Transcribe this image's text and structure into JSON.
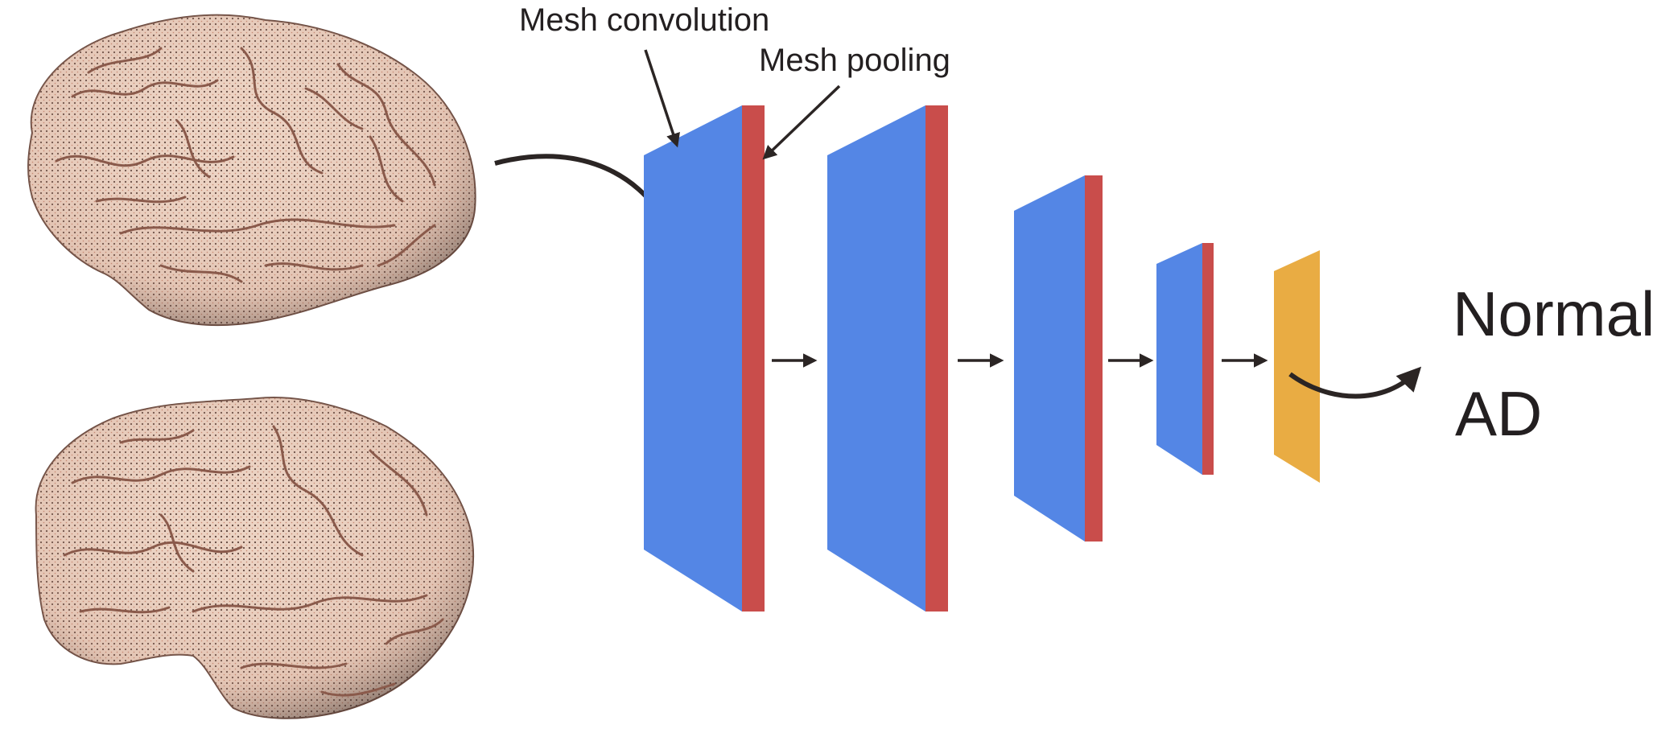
{
  "labels": {
    "conv": "Mesh convolution",
    "pool": "Mesh pooling",
    "class_a": "Normal",
    "class_b": "AD"
  },
  "colors": {
    "conv": "#5486e5",
    "pool": "#c94d4b",
    "fc": "#e9ac43",
    "arrow": "#2b2524",
    "brain_base": "#e9cbb9",
    "brain_fold": "#9c6b5c",
    "brain_shadow": "#3a2d29"
  },
  "icons": [
    "brain-mesh-upper",
    "brain-mesh-lower"
  ]
}
